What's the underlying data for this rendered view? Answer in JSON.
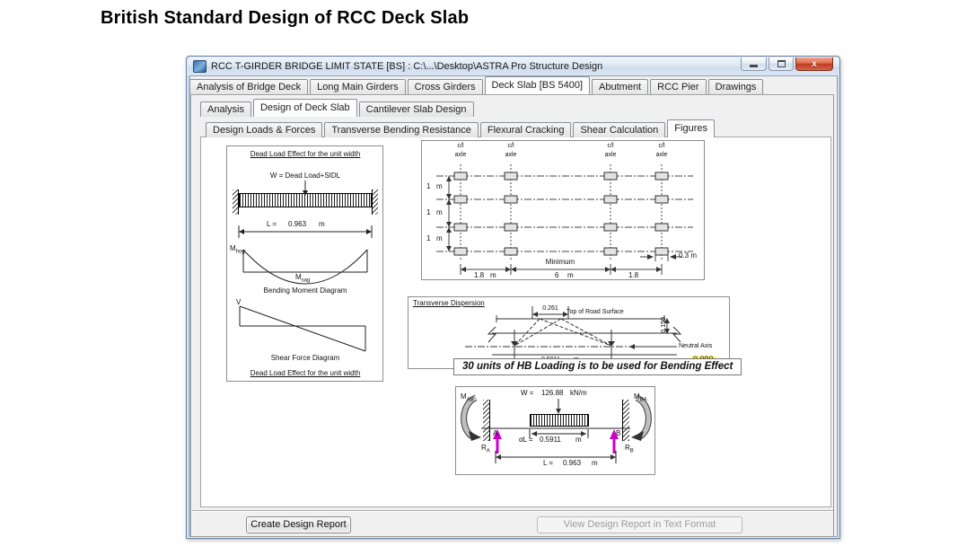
{
  "page": {
    "heading": "British Standard Design of RCC Deck Slab"
  },
  "window": {
    "title": "RCC T-GIRDER BRIDGE LIMIT STATE [BS] : C:\\...\\Desktop\\ASTRA Pro Structure Design",
    "controls": {
      "close_icon": "x"
    }
  },
  "main_tabs": {
    "items": [
      "Analysis of Bridge Deck",
      "Long Main Girders",
      "Cross Girders",
      "Deck Slab [BS 5400]",
      "Abutment",
      "RCC Pier",
      "Drawings"
    ],
    "active": "Deck Slab [BS 5400]"
  },
  "design_tabs": {
    "items": [
      "Analysis",
      "Design of Deck Slab",
      "Cantilever Slab Design"
    ],
    "active": "Design of Deck Slab"
  },
  "figure_tabs": {
    "items": [
      "Design Loads & Forces",
      "Transverse Bending Resistance",
      "Flexural Cracking",
      "Shear Calculation",
      "Figures"
    ],
    "active": "Figures"
  },
  "dead_load_fig": {
    "title_top": "Dead Load Effect for the unit width",
    "w_line": "W = Dead Load+SIDL",
    "l_prefix": "L =",
    "l_value": "0.963",
    "l_unit": "m",
    "m_base": "M",
    "hog_sub": "hog",
    "sag_sub": "sag",
    "bmd_caption": "Bending Moment Diagram",
    "v_label": "V",
    "sfd_caption": "Shear Force Diagram",
    "title_bottom": "Dead Load Effect for the unit width"
  },
  "axle_fig": {
    "cl_label": "c/l",
    "axle_label": "axle",
    "spacing_value": "1",
    "spacing_unit": "m",
    "dim_left_value": "1.8",
    "dim_left_unit": "m",
    "minimum_label": "Minimum",
    "dim_mid_value": "6",
    "dim_mid_unit": "m",
    "dim_right_value": "1.8",
    "edge_dim": "0.3 m"
  },
  "banner": {
    "text": "30 units of HB Loading is to be used for Bending Effect"
  },
  "dispersion_fig": {
    "title": "Transverse Dispersion",
    "top_width": "0.261",
    "road_label": "Top of Road Surface",
    "depth_dim": "0.150",
    "neutral_label": "Neutral Axis",
    "base_width": "0.5911",
    "base_unit": "m",
    "eq": "=",
    "na_value": "0.090",
    "na_unit": "m"
  },
  "beam_fig": {
    "w_prefix": "W =",
    "w_value": "126.88",
    "w_unit": "kN/m",
    "m_base": "M",
    "mab_sub": "AB",
    "mba_sub": "BA",
    "node_a": "A",
    "node_b": "B",
    "r_base": "R",
    "ra_sub": "A",
    "rb_sub": "B",
    "al_prefix": "αL =",
    "al_value": "0.5911",
    "al_unit": "m",
    "l_prefix": "L =",
    "l_value": "0.963",
    "l_unit": "m"
  },
  "footer": {
    "create_label": "Create Design Report",
    "view_label": "View Design Report in Text Format"
  },
  "colors": {
    "reaction_arrow": "#cc00cc",
    "highlight": "#fff677",
    "close_red": "#bf3a22",
    "window_border": "#bdd0e7"
  }
}
